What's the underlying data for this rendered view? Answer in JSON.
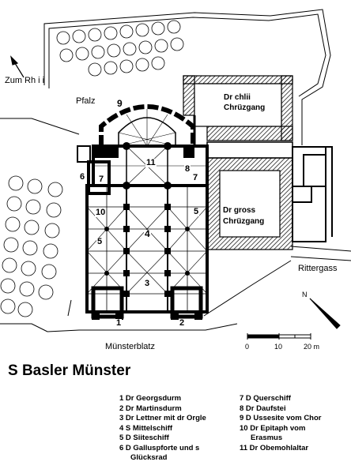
{
  "title": "S Basler Münster",
  "labels": {
    "zum_rhii": "Zum Rh i i",
    "pfalz": "Pfalz",
    "chlii_line1": "Dr chlii",
    "chlii_line2": "Chrüzgang",
    "gross_line1": "Dr gross",
    "gross_line2": "Chrüzgang",
    "rittergass": "Rittergass",
    "muensterplatz": "Münsterblatz",
    "north": "N"
  },
  "scale": {
    "ticks": [
      "0",
      "10",
      "20 m"
    ]
  },
  "numbers": [
    "1",
    "2",
    "3",
    "4",
    "5",
    "5",
    "6",
    "7",
    "7",
    "8",
    "9",
    "10",
    "11"
  ],
  "legend_left": [
    "1 Dr Georgsdurm",
    "2 Dr Martinsdurm",
    "3 Dr Lettner mit dr Orgle",
    "4 S Mittelschiff",
    "5 D Siiteschiff",
    "6 D Galluspforte und s",
    "Glücksrad"
  ],
  "legend_right": [
    "7 D Querschiff",
    "8 Dr Daufstei",
    "9 D Ussesite vom Chor",
    "10 Dr Epitaph vom",
    "Erasmus",
    "11 Dr Obemohlaltar"
  ]
}
